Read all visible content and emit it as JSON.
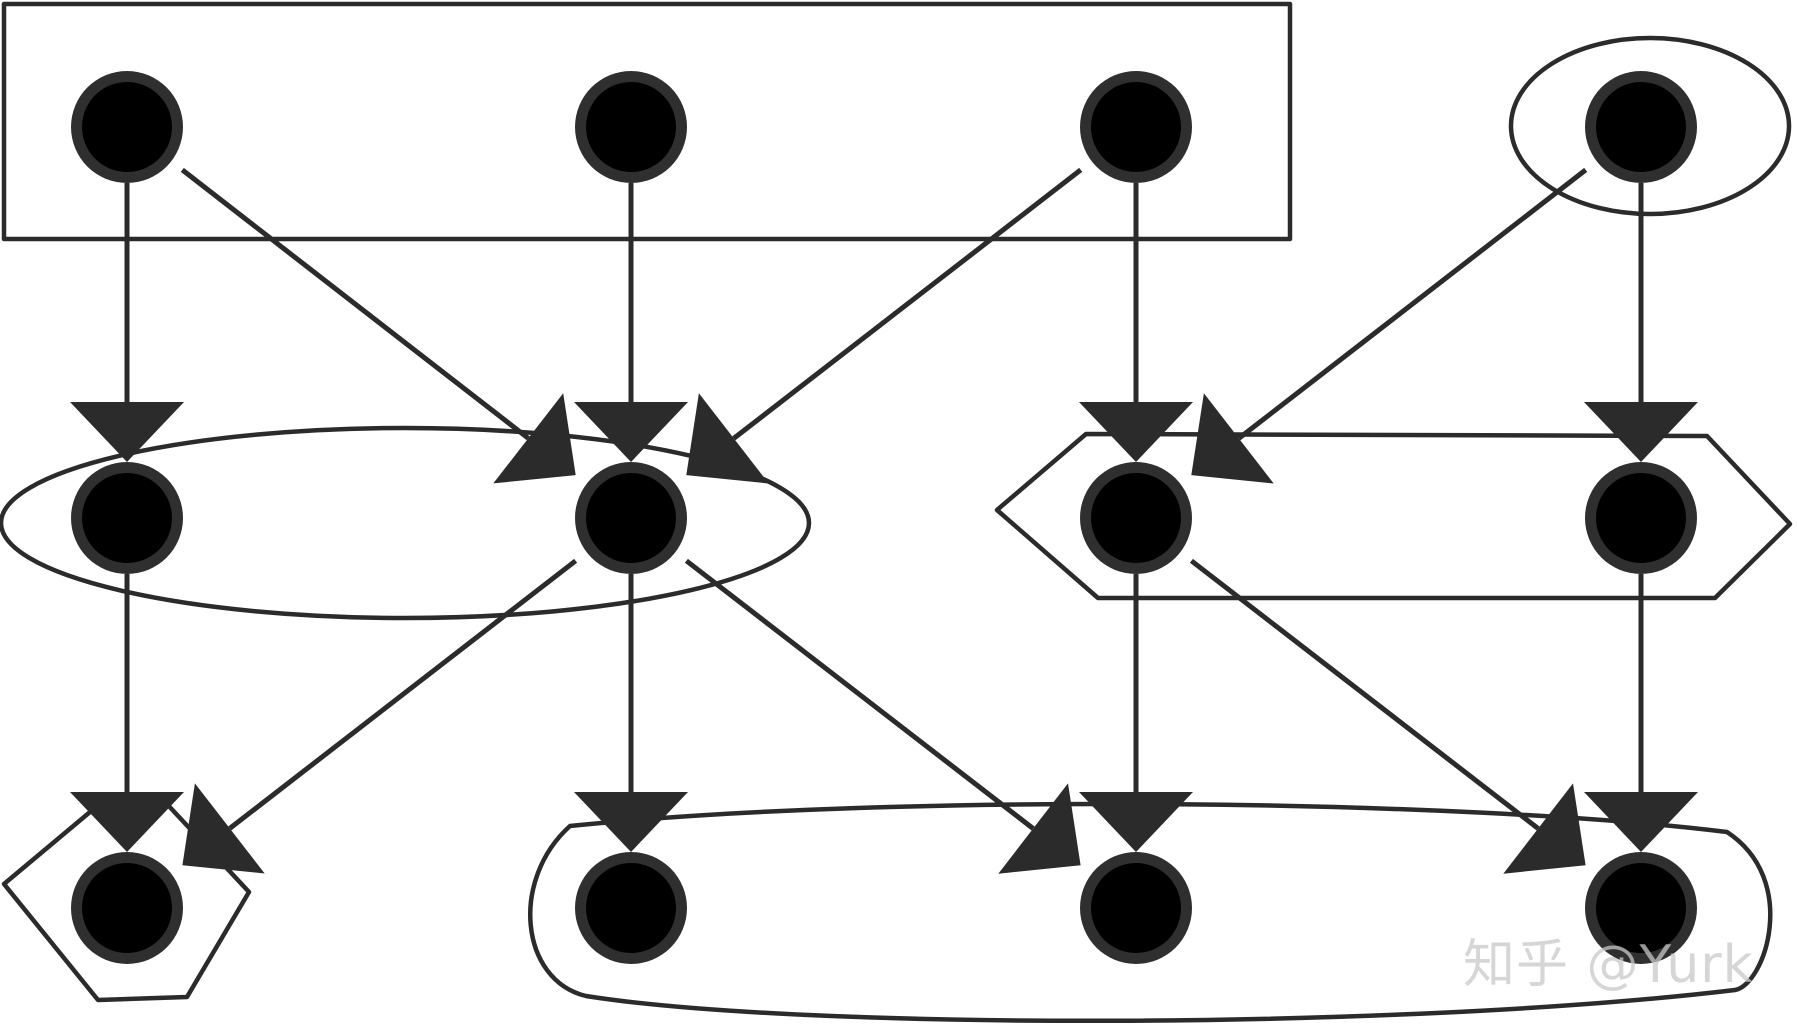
{
  "diagram": {
    "type": "directed-graph",
    "stroke_color": "#2b2b2b",
    "node_fill": "#000000",
    "node_ring_color": "#2f2f2f",
    "background": "#ffffff",
    "nodes": [
      {
        "id": "r1c1"
      },
      {
        "id": "r1c2"
      },
      {
        "id": "r1c3"
      },
      {
        "id": "r1c4"
      },
      {
        "id": "r2c1"
      },
      {
        "id": "r2c2"
      },
      {
        "id": "r2c3"
      },
      {
        "id": "r2c4"
      },
      {
        "id": "r3c1"
      },
      {
        "id": "r3c2"
      },
      {
        "id": "r3c3"
      },
      {
        "id": "r3c4"
      }
    ],
    "edges": [
      {
        "from": "r1c1",
        "to": "r2c1"
      },
      {
        "from": "r1c1",
        "to": "r2c2"
      },
      {
        "from": "r1c2",
        "to": "r2c2"
      },
      {
        "from": "r1c3",
        "to": "r2c2"
      },
      {
        "from": "r1c3",
        "to": "r2c3"
      },
      {
        "from": "r1c4",
        "to": "r2c3"
      },
      {
        "from": "r1c4",
        "to": "r2c4"
      },
      {
        "from": "r2c1",
        "to": "r3c1"
      },
      {
        "from": "r2c2",
        "to": "r3c1"
      },
      {
        "from": "r2c2",
        "to": "r3c2"
      },
      {
        "from": "r2c2",
        "to": "r3c3"
      },
      {
        "from": "r2c3",
        "to": "r3c3"
      },
      {
        "from": "r2c3",
        "to": "r3c4"
      },
      {
        "from": "r2c4",
        "to": "r3c4"
      }
    ],
    "groups": [
      {
        "id": "group-rectangle",
        "shape": "rectangle",
        "members": [
          "r1c1",
          "r1c2",
          "r1c3"
        ]
      },
      {
        "id": "group-small-ellipse",
        "shape": "ellipse",
        "members": [
          "r1c4"
        ]
      },
      {
        "id": "group-wide-ellipse",
        "shape": "ellipse",
        "members": [
          "r2c1",
          "r2c2"
        ]
      },
      {
        "id": "group-hexagon",
        "shape": "hexagon",
        "members": [
          "r2c3",
          "r2c4"
        ]
      },
      {
        "id": "group-pentagon",
        "shape": "pentagon",
        "members": [
          "r3c1"
        ]
      },
      {
        "id": "group-rounded",
        "shape": "rounded-blob",
        "members": [
          "r3c2",
          "r3c3",
          "r3c4"
        ]
      }
    ]
  },
  "watermark": {
    "text": "知乎 @Yurk"
  }
}
